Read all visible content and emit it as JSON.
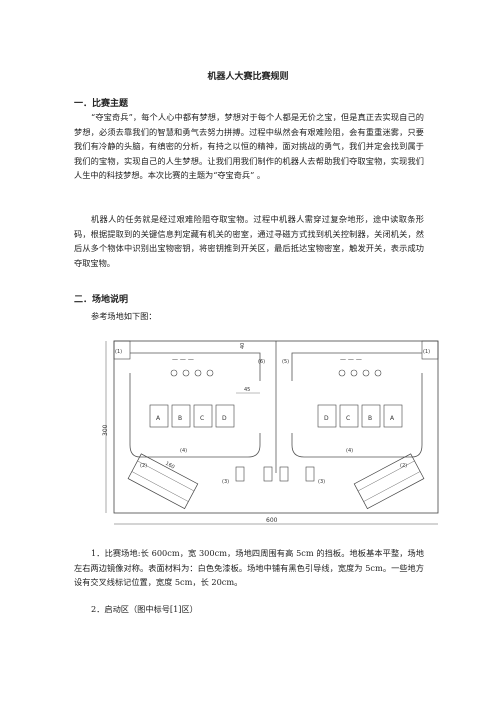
{
  "document": {
    "title": "机器人大赛比赛规则",
    "section1": {
      "heading": "一．比赛主题",
      "para1": "“夺宝奇兵”，每个人心中都有梦想，梦想对于每个人都是无价之宝，但是真正去实现自己的梦想，必须去靠我们的智慧和勇气去努力拼搏。过程中纵然会有艰难险阻，会有重重迷雾，只要我们有冷静的头脑，有缜密的分析，有持之以恒的精神，面对挑战的勇气，我们并定会找到属于我们的宝物，实现自己的人生梦想。让我们用我们制作的机器人去帮助我们夺取宝物，实现我们人生中的科技梦想。本次比赛的主题为“夺宝奇兵” 。",
      "para2": "机器人的任务就是经过艰难险阻夺取宝物。过程中机器人需穿过复杂地形，途中读取条形码，根据提取到的关键信息判定藏有机关的密室，通过寻磁方式找到机关控制器，关闭机关，然后从多个物体中识别出宝物密钥，将密钥推到开关区，最后抵达宝物密室，触发开关，表示成功夺取宝物。"
    },
    "section2": {
      "heading": "二．场地说明",
      "intro": "参考场地如下图：",
      "item1": "1．比赛场地:长 600cm，宽 300cm，场地四周围有高 5cm 的挡板。地板基本平整，场地左右两边镜像对称。表面材料为：白色免漆板。场地中铺有黑色引导线，宽度为 5cm。一些地方设有交叉线标记位置，宽度 5cm，长 20cm。",
      "item2": "2．启动区（图中标号[1]区）"
    }
  },
  "diagram": {
    "width_label": "600",
    "height_label": "300",
    "dim_45": "45",
    "dim_40": "40",
    "dim_160": "160",
    "zone_labels": [
      "(1)",
      "(1)",
      "(2)",
      "(3)",
      "(3)",
      "(2)",
      "(4)",
      "(4)",
      "(5)",
      "(6)"
    ],
    "left_boxes": [
      "A",
      "B",
      "C",
      "D"
    ],
    "right_boxes": [
      "D",
      "C",
      "B",
      "A"
    ]
  }
}
